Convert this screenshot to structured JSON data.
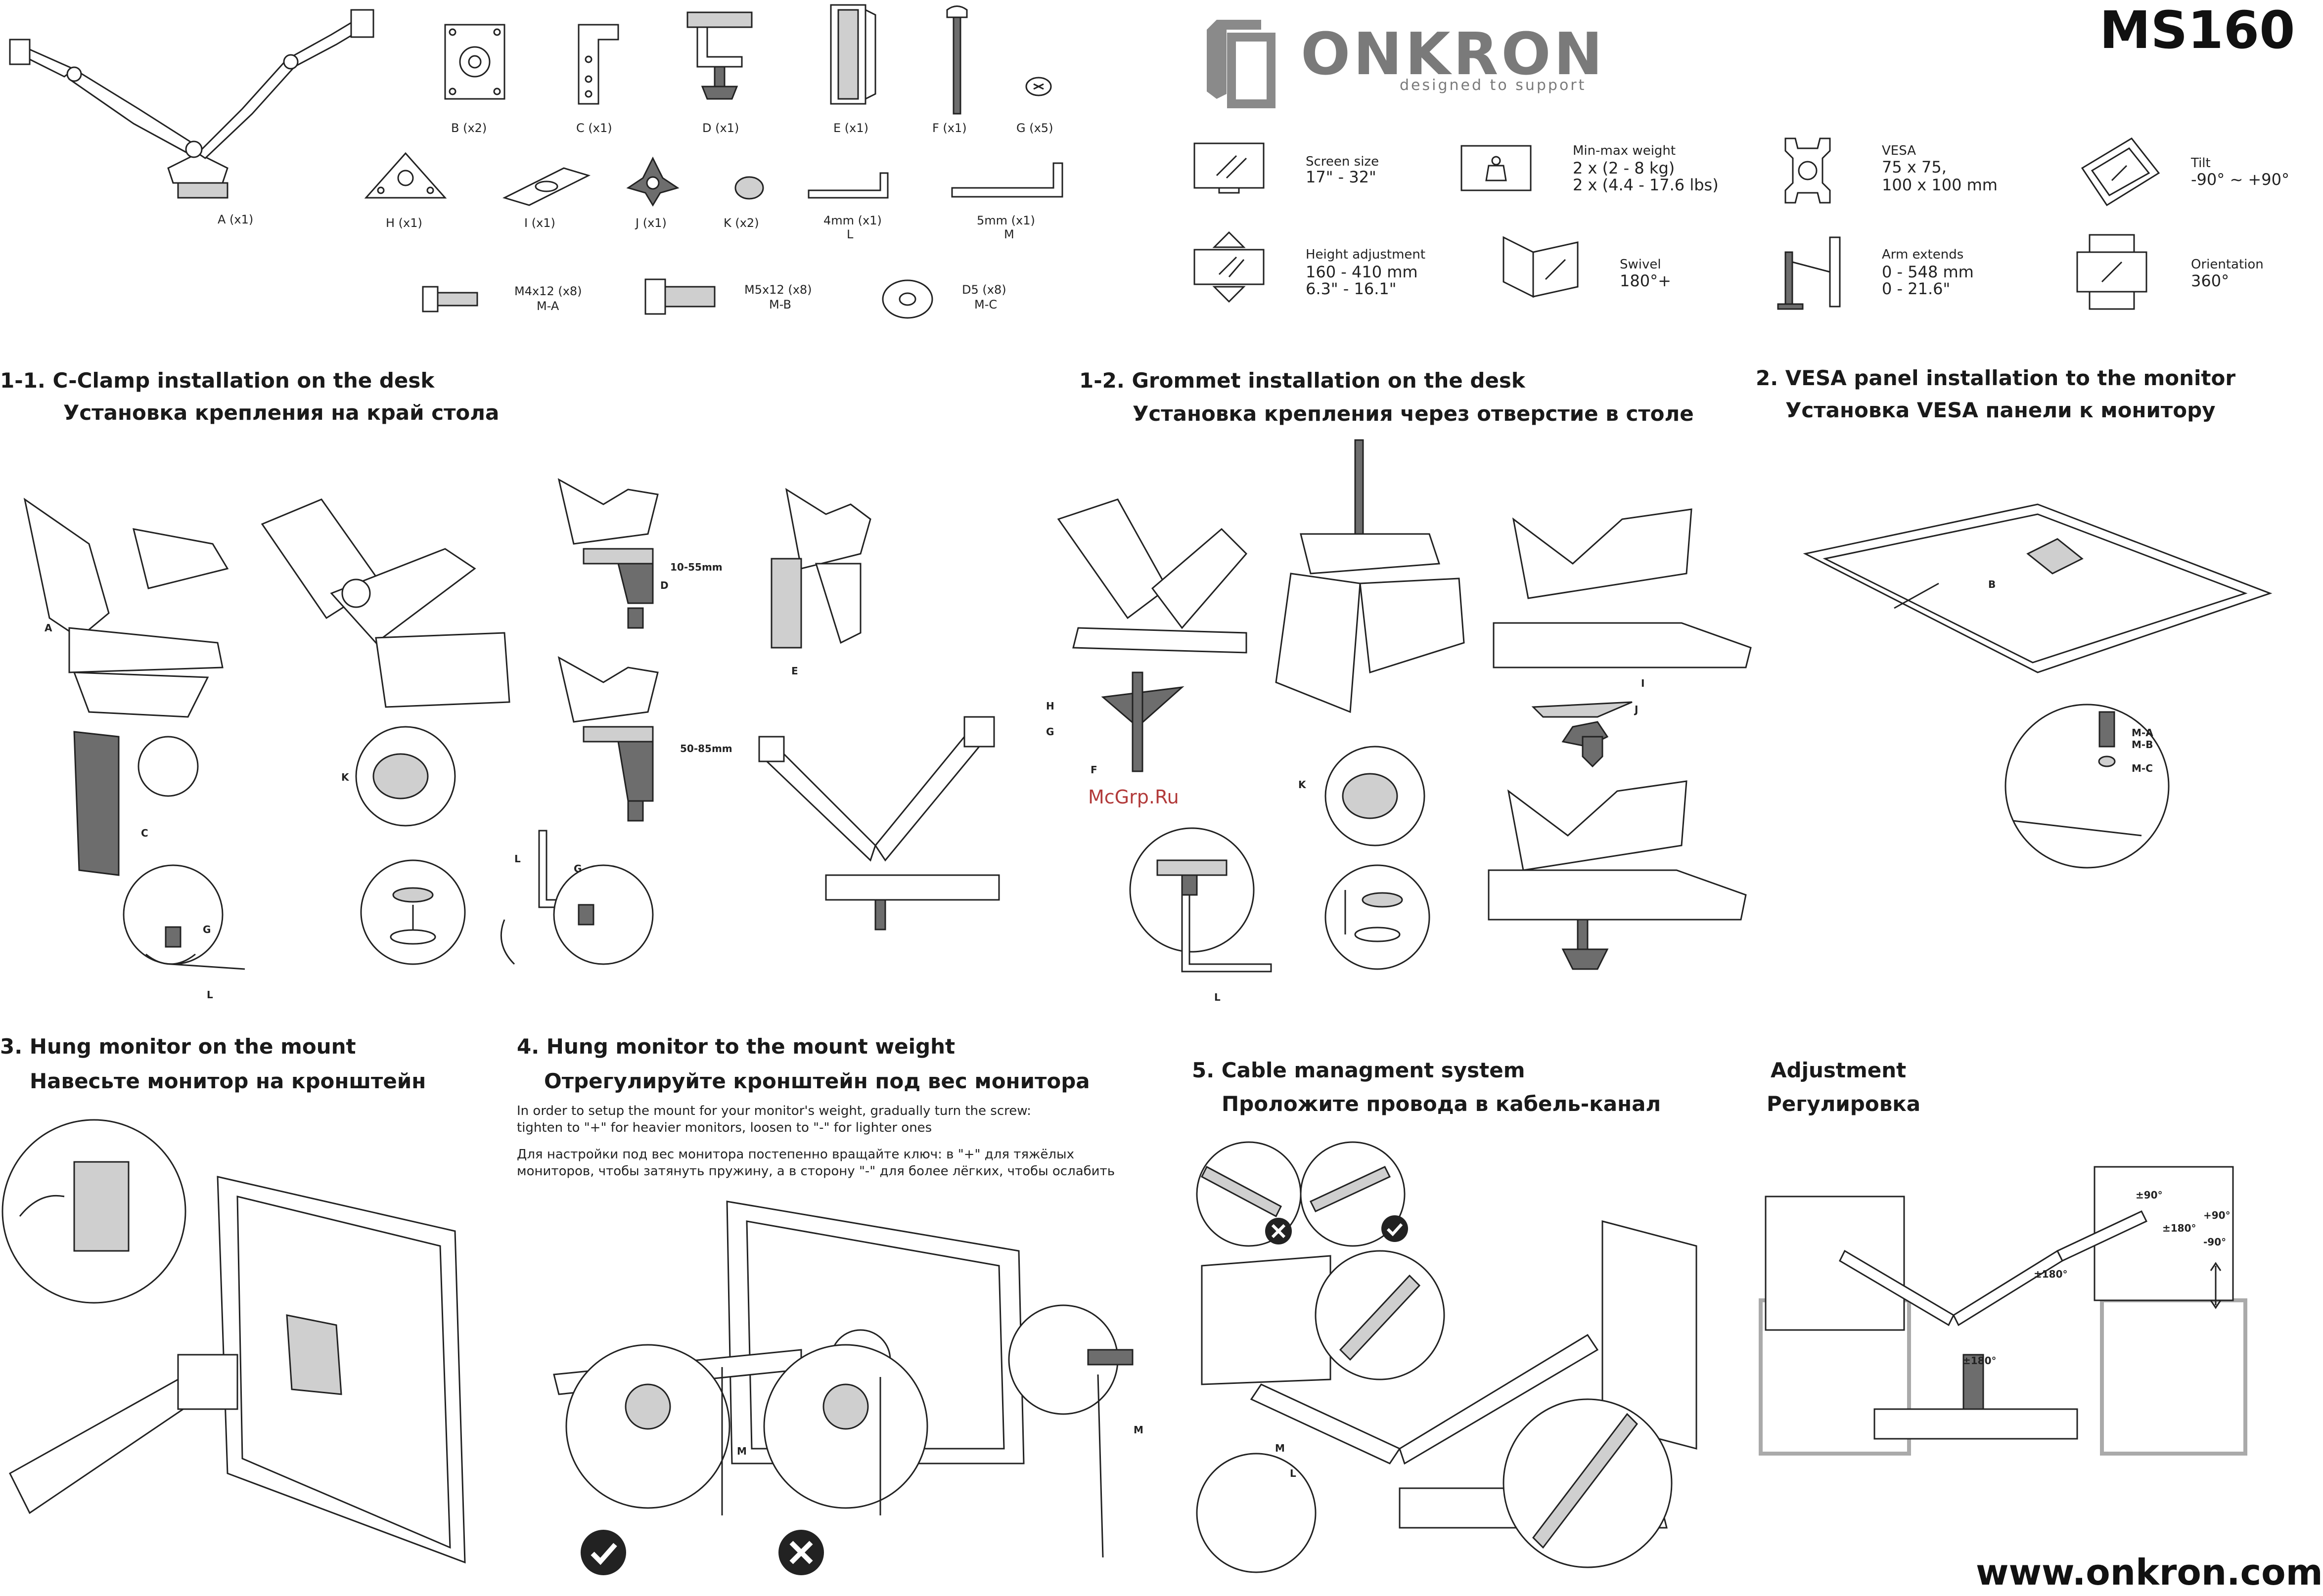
{
  "brand": {
    "name": "ONKRON",
    "tagline": "designed to support",
    "model": "MS160",
    "website": "www.onkron.com"
  },
  "watermark": "McGrp.Ru",
  "parts": [
    {
      "id": "A",
      "label": "A (x1)"
    },
    {
      "id": "B",
      "label": "B (x2)"
    },
    {
      "id": "C",
      "label": "C (x1)"
    },
    {
      "id": "D",
      "label": "D (x1)"
    },
    {
      "id": "E",
      "label": "E (x1)"
    },
    {
      "id": "F",
      "label": "F (x1)"
    },
    {
      "id": "G",
      "label": "G (x5)"
    },
    {
      "id": "H",
      "label": "H (x1)"
    },
    {
      "id": "I",
      "label": "I (x1)"
    },
    {
      "id": "J",
      "label": "J (x1)"
    },
    {
      "id": "K",
      "label": "K (x2)"
    },
    {
      "id": "L",
      "label": "4mm (x1)",
      "sub": "L"
    },
    {
      "id": "M",
      "label": "5mm (x1)",
      "sub": "M"
    },
    {
      "id": "MA",
      "label": "M4x12 (x8)",
      "sub": "M-A"
    },
    {
      "id": "MB",
      "label": "M5x12 (x8)",
      "sub": "M-B"
    },
    {
      "id": "MC",
      "label": "D5 (x8)",
      "sub": "M-C"
    }
  ],
  "specs": [
    {
      "id": "screen",
      "label": "Screen size",
      "values": [
        "17\" - 32\""
      ]
    },
    {
      "id": "weight",
      "label": "Min-max weight",
      "values": [
        "2 x (2 - 8 kg)",
        "2 x (4.4 - 17.6 lbs)"
      ]
    },
    {
      "id": "vesa",
      "label": "VESA",
      "values": [
        "75 x 75,",
        "100 x 100 mm"
      ]
    },
    {
      "id": "tilt",
      "label": "Tilt",
      "values": [
        "-90° ~ +90°"
      ]
    },
    {
      "id": "height",
      "label": "Height adjustment",
      "values": [
        "160 - 410 mm",
        "6.3\" - 16.1\""
      ]
    },
    {
      "id": "swivel",
      "label": "Swivel",
      "values": [
        "180°+"
      ]
    },
    {
      "id": "arm",
      "label": "Arm extends",
      "values": [
        "0 - 548 mm",
        "0 - 21.6\""
      ]
    },
    {
      "id": "orient",
      "label": "Orientation",
      "values": [
        "360°"
      ]
    }
  ],
  "steps": {
    "s11": {
      "en": "1-1. C-Clamp installation on the desk",
      "ru": "Установка крепления на край стола"
    },
    "s12": {
      "en": "1-2. Grommet installation on the desk",
      "ru": "Установка крепления через отверстие в столе"
    },
    "s2": {
      "en": "2. VESA panel installation to the monitor",
      "ru": "Установка VESA панели к монитору"
    },
    "s3": {
      "en": "3. Hung monitor on the mount",
      "ru": "Навесьте монитор на кронштейн"
    },
    "s4": {
      "en": "4. Hung monitor to the mount weight",
      "ru": "Отрегулируйте кронштейн под вес монитора",
      "note_en": [
        "In order to setup the mount for your monitor's weight, gradually turn the screw:",
        "tighten to \"+\" for heavier monitors, loosen to \"-\" for lighter ones"
      ],
      "note_ru": [
        "Для настройки под вес монитора постепенно вращайте ключ: в \"+\" для тяжёлых",
        "мониторов, чтобы затянуть пружину, а в сторону \"-\" для более лёгких, чтобы ослабить"
      ]
    },
    "s5": {
      "en": "5. Cable managment system",
      "ru": "Проложите провода в кабель-канал"
    },
    "adj": {
      "en": "Adjustment",
      "ru": "Регулировка"
    }
  },
  "callouts": {
    "A": "A",
    "C": "C",
    "D": "D",
    "E": "E",
    "F": "F",
    "G": "G",
    "H": "H",
    "I": "I",
    "J": "J",
    "K": "K",
    "L": "L",
    "M": "M",
    "B": "B",
    "MA": "M-A",
    "MB": "M-B",
    "MC": "M-C",
    "range1": "10-55mm",
    "range2": "50-85mm",
    "rot90": "±90°",
    "rot180": "±180°",
    "tiltp": "+90°",
    "tiltm": "-90°"
  }
}
